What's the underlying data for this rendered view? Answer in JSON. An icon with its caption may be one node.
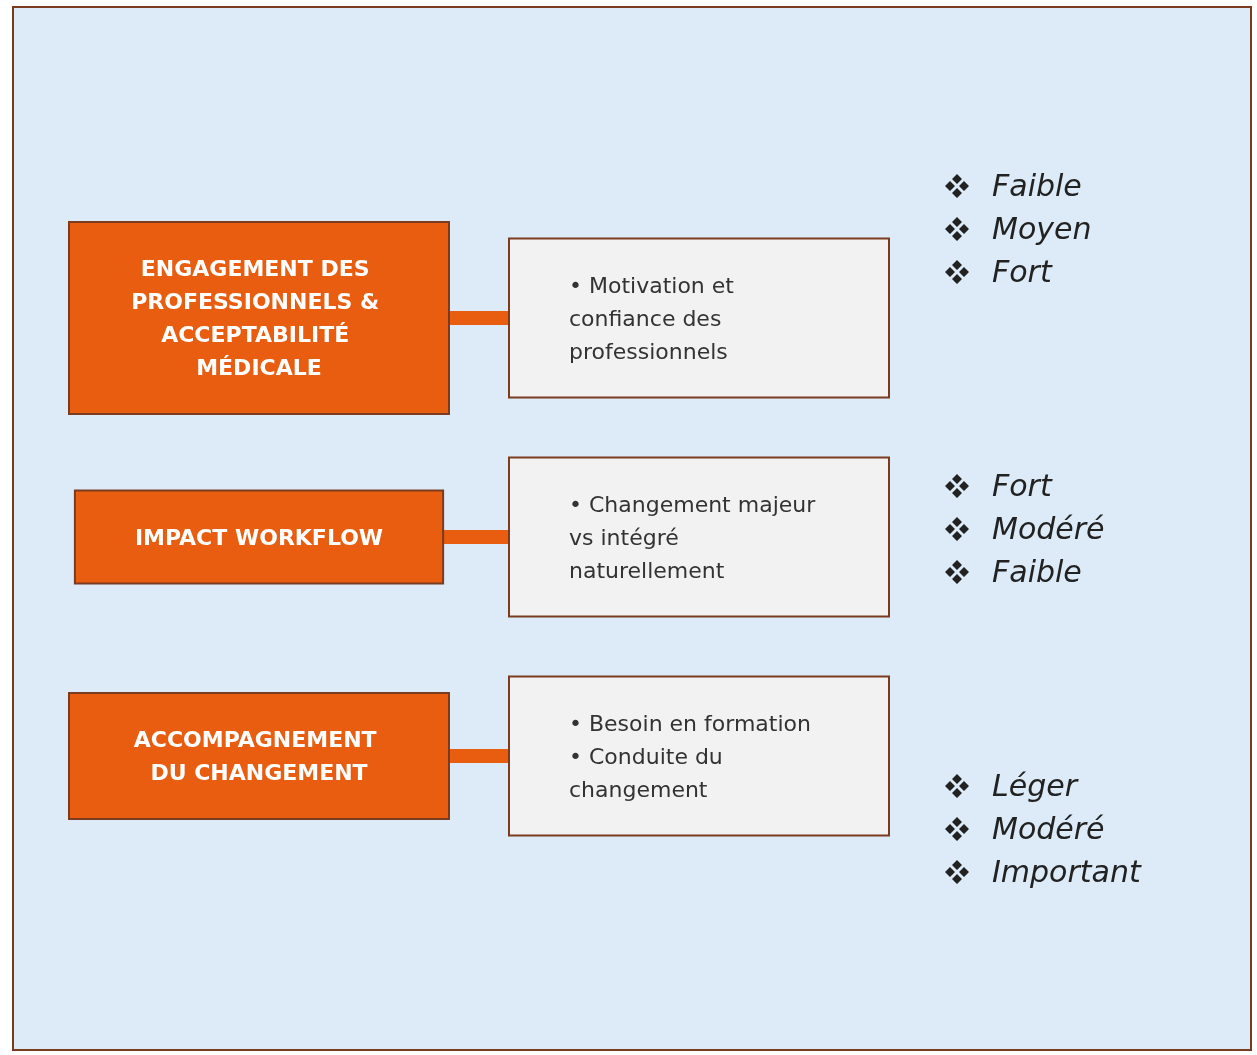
{
  "diagram": {
    "nodes": [
      {
        "text": [
          "ENGAGEMENT DES PROFESSIONNELS & ACCEPTABILITÉ MÉDICALE"
        ]
      },
      {
        "text": [
          "• Motivation et confiance des professionnels"
        ]
      },
      {
        "text": [
          "IMPACT WORKFLOW"
        ]
      },
      {
        "text": [
          "• Changement majeur vs intégré naturellement"
        ]
      },
      {
        "text": [
          "ACCOMPAGNEMENT DU CHANGEMENT"
        ]
      },
      {
        "text": [
          "• Besoin en formation",
          "• Conduite du changement"
        ]
      }
    ],
    "edges": [
      {
        "from": 0,
        "to": 1,
        "arrow": "none"
      },
      {
        "from": 2,
        "to": 3,
        "arrow": "none"
      },
      {
        "from": 4,
        "to": 5,
        "arrow": "none"
      }
    ],
    "labels": [
      "Faible",
      "Moyen",
      "Fort",
      "Fort",
      "Modéré",
      "Faible",
      "Léger",
      "Modéré",
      "Important"
    ]
  }
}
